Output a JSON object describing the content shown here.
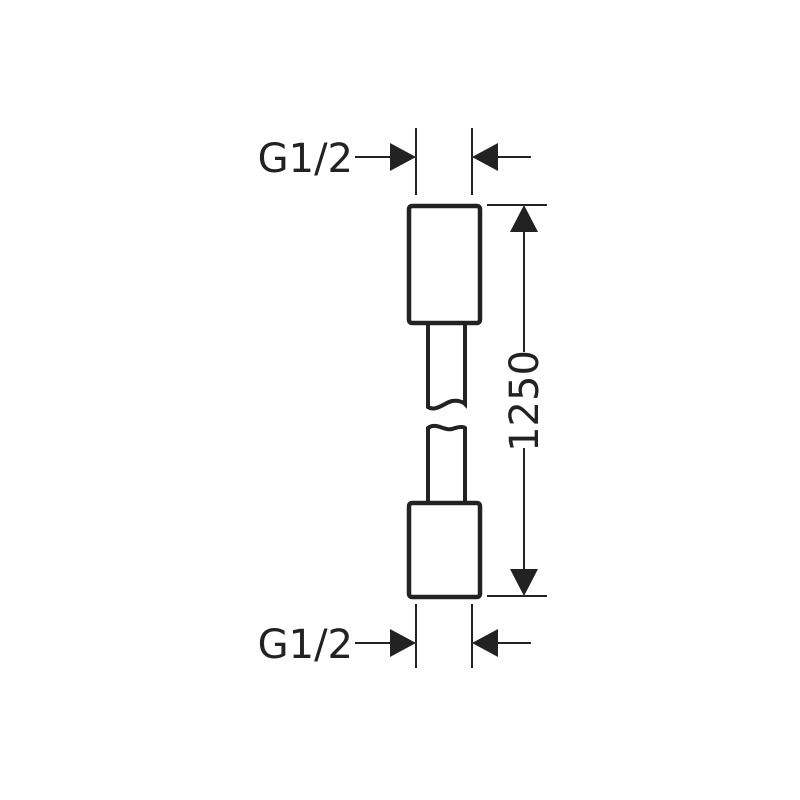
{
  "diagram": {
    "top_thread_label": "G1/2",
    "bottom_thread_label": "G1/2",
    "length_label": "1250",
    "line_color": "#222222",
    "background_color": "#ffffff"
  }
}
